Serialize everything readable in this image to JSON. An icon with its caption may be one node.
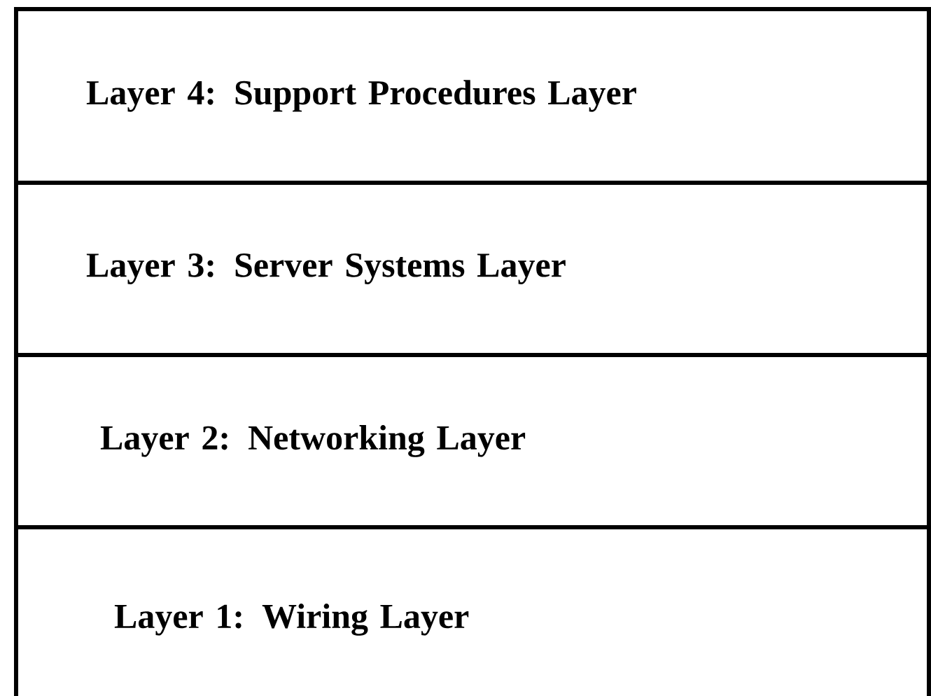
{
  "diagram": {
    "nodes": [
      {
        "text": [
          "Layer 4: Support Procedures Layer"
        ]
      },
      {
        "text": [
          "Layer 3: Server Systems Layer"
        ]
      },
      {
        "text": [
          "Layer 2: Networking Layer"
        ]
      },
      {
        "text": [
          "Layer 1: Wiring Layer"
        ]
      }
    ]
  }
}
